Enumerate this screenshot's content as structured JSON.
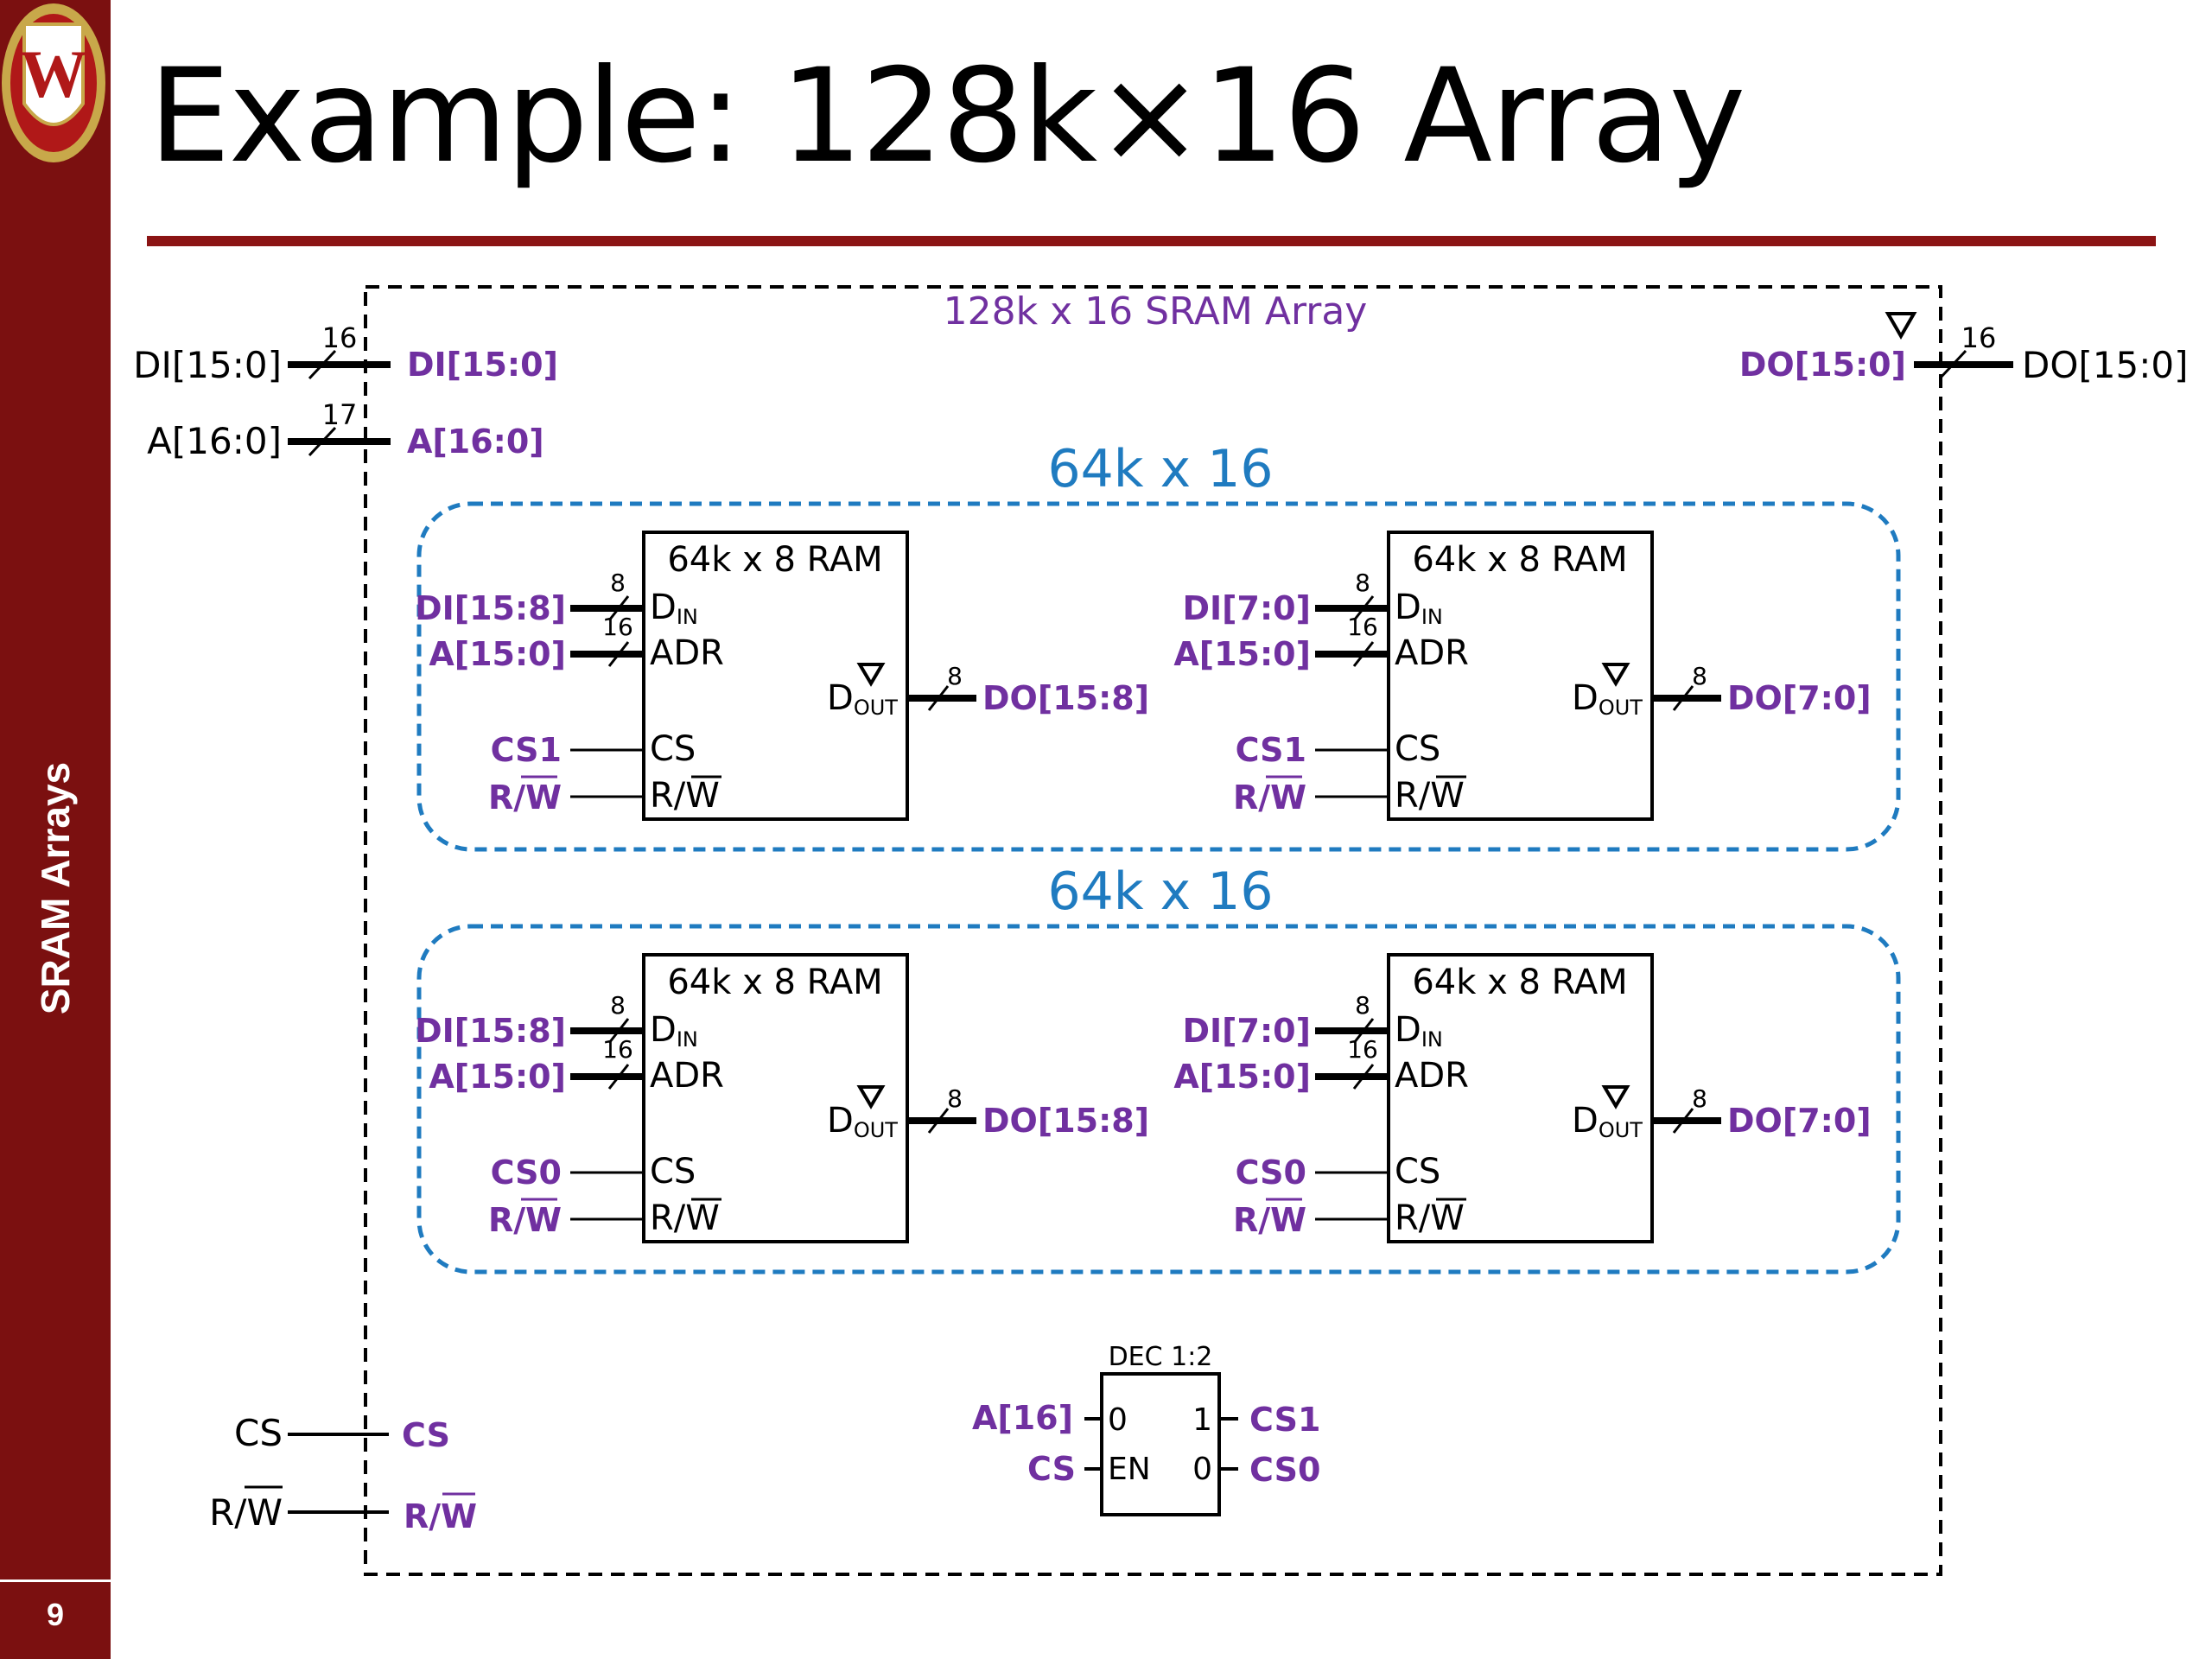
{
  "header": {
    "title": "Example: 128k×16 Array"
  },
  "sidebar": {
    "title": "SRAM Arrays",
    "slide_number": "9",
    "logo_letter": "W"
  },
  "diagram": {
    "array_title": "128k x 16 SRAM Array",
    "ext_in": {
      "di": "DI[15:0]",
      "a": "A[16:0]",
      "di_width": "16",
      "a_width": "17"
    },
    "int_in": {
      "di": "DI[15:0]",
      "a": "A[16:0]"
    },
    "output": {
      "int_label": "DO[15:0]",
      "ext_label": "DO[15:0]",
      "width": "16"
    },
    "groups": [
      {
        "label": "64k x 16",
        "rams": [
          {
            "title": "64k x 8 RAM",
            "din_label": "DI[15:8]",
            "adr_label": "A[15:0]",
            "cs_label": "CS1",
            "rw_label": "R/W",
            "dout_label": "DO[15:8]",
            "din_width": "8",
            "adr_width": "16",
            "dout_width": "8"
          },
          {
            "title": "64k x 8 RAM",
            "din_label": "DI[7:0]",
            "adr_label": "A[15:0]",
            "cs_label": "CS1",
            "rw_label": "R/W",
            "dout_label": "DO[7:0]",
            "din_width": "8",
            "adr_width": "16",
            "dout_width": "8"
          }
        ]
      },
      {
        "label": "64k x 16",
        "rams": [
          {
            "title": "64k x 8 RAM",
            "din_label": "DI[15:8]",
            "adr_label": "A[15:0]",
            "cs_label": "CS0",
            "rw_label": "R/W",
            "dout_label": "DO[15:8]",
            "din_width": "8",
            "adr_width": "16",
            "dout_width": "8"
          },
          {
            "title": "64k x 8 RAM",
            "din_label": "DI[7:0]",
            "adr_label": "A[15:0]",
            "cs_label": "CS0",
            "rw_label": "R/W",
            "dout_label": "DO[7:0]",
            "din_width": "8",
            "adr_width": "16",
            "dout_width": "8"
          }
        ]
      }
    ],
    "ram_ports": {
      "din": "D",
      "din_sub": "IN",
      "adr": "ADR",
      "cs": "CS",
      "rw": "R/W",
      "dout": "D",
      "dout_sub": "OUT"
    },
    "decoder": {
      "title": "DEC 1:2",
      "in_label": "A[16]",
      "en_label": "CS",
      "pin0": "0",
      "pin_en": "EN",
      "pin1": "1",
      "pin0_out": "0",
      "out1_label": "CS1",
      "out0_label": "CS0"
    },
    "control": {
      "cs_ext": "CS",
      "cs_int": "CS",
      "rw_ext": "R/W",
      "rw_int": "R/W"
    }
  },
  "colors": {
    "sidebar": "#7b1010",
    "title_rule": "#8b1414",
    "signal_label": "#7030a0",
    "group_border": "#1f7bc0"
  }
}
